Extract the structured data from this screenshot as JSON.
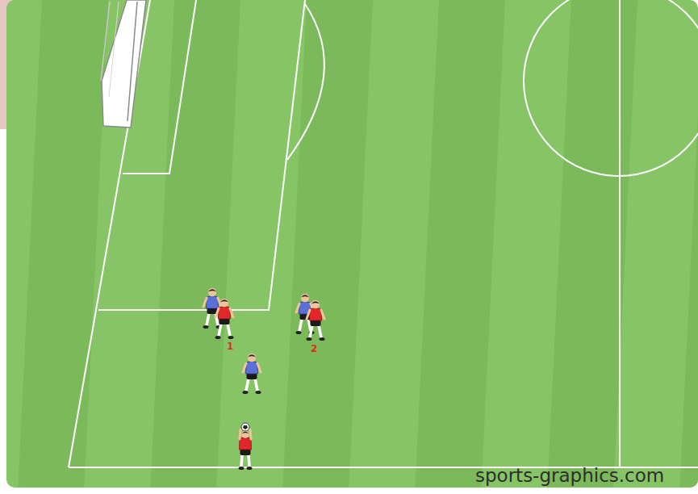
{
  "diagram": {
    "labels": [
      "1",
      "2",
      "sports-graphics.com"
    ]
  }
}
